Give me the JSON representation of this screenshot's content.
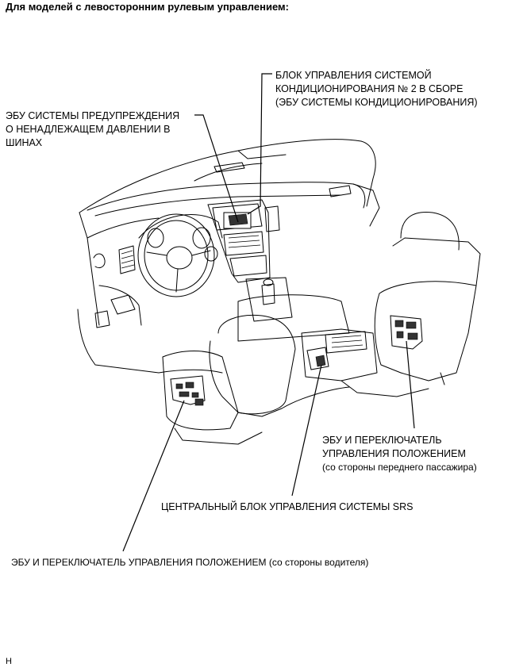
{
  "header": {
    "title": "Для моделей с левосторонним рулевым управлением:"
  },
  "labels": {
    "ac_block": [
      "БЛОК УПРАВЛЕНИЯ СИСТЕМОЙ",
      "КОНДИЦИОНИРОВАНИЯ № 2 В СБОРЕ",
      "(ЭБУ СИСТЕМЫ КОНДИЦИОНИРОВАНИЯ)"
    ],
    "tpms_ecu": [
      "ЭБУ СИСТЕМЫ ПРЕДУПРЕЖДЕНИЯ",
      "О НЕНАДЛЕЖАЩЕМ ДАВЛЕНИИ В",
      "ШИНАХ"
    ],
    "passenger_seat_ecu": [
      "ЭБУ И ПЕРЕКЛЮЧАТЕЛЬ",
      "УПРАВЛЕНИЯ ПОЛОЖЕНИЕМ",
      "(со стороны переднего пассажира)"
    ],
    "srs_center": "ЦЕНТРАЛЬНЫЙ БЛОК УПРАВЛЕНИЯ СИСТЕМЫ SRS",
    "driver_seat_ecu": "ЭБУ И ПЕРЕКЛЮЧАТЕЛЬ УПРАВЛЕНИЯ ПОЛОЖЕНИЕМ (со стороны водителя)"
  },
  "footer": {
    "code": "H"
  }
}
